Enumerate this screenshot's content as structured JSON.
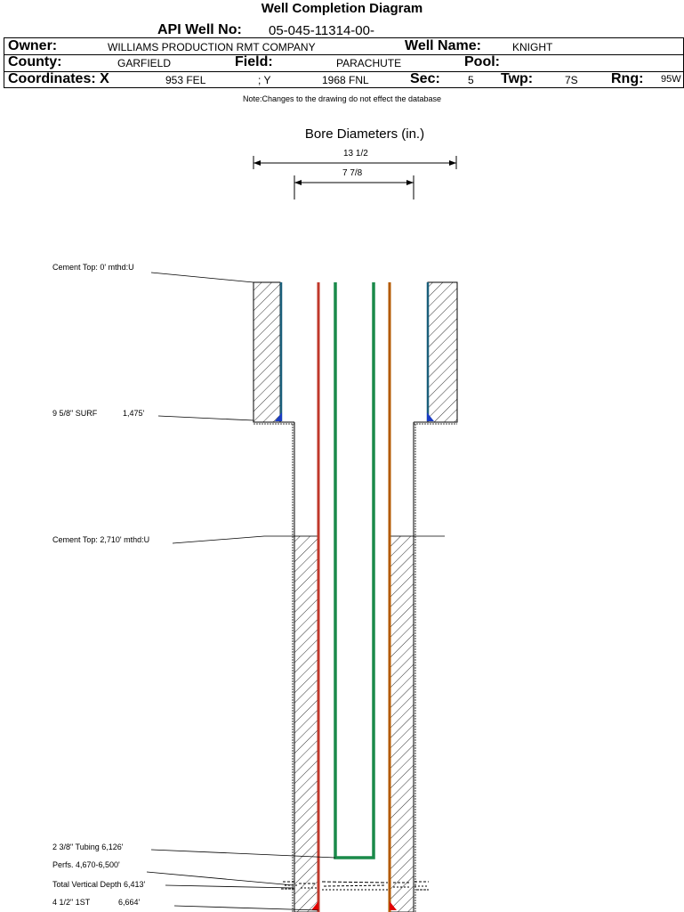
{
  "header": {
    "title": "Well Completion Diagram",
    "api_label": "API Well No:",
    "api_value": "05-045-11314-00-",
    "owner_label": "Owner:",
    "owner_value": "WILLIAMS PRODUCTION RMT COMPANY",
    "well_name_label": "Well Name:",
    "well_name_value": "KNIGHT",
    "county_label": "County:",
    "county_value": "GARFIELD",
    "field_label": "Field:",
    "field_value": "PARACHUTE",
    "pool_label": "Pool:",
    "pool_value": "",
    "coord_label": "Coordinates: X",
    "coord_x_value": "953 FEL",
    "coord_y_label": "; Y",
    "coord_y_value": "1968 FNL",
    "sec_label": "Sec:",
    "sec_value": "5",
    "twp_label": "Twp:",
    "twp_value": "7S",
    "rng_label": "Rng:",
    "rng_value": "95W"
  },
  "note": "Note:Changes to the drawing do not effect the database",
  "bore": {
    "title": "Bore Diameters (in.)",
    "outer_label": "13 1/2",
    "inner_label": "7 7/8"
  },
  "annotations": {
    "cement_top_1": "Cement Top: 0' mthd:U",
    "surf_casing": "9 5/8\" SURF",
    "surf_depth": "1,475'",
    "cement_top_2": "Cement Top: 2,710' mthd:U",
    "tubing": "2 3/8\" Tubing 6,126'",
    "perfs": "Perfs. 4,670-6,500'",
    "tvd": "Total Vertical Depth 6,413'",
    "production_casing": "4 1/2\" 1ST",
    "production_depth": "6,664'"
  },
  "colors": {
    "surface_casing": "#1a5f7a",
    "production_casing": "#c0392b",
    "production_casing_right": "#b35a00",
    "tubing": "#1a8a4a",
    "shoe_surface": "#1a3cc4",
    "shoe_production": "#e00000"
  }
}
